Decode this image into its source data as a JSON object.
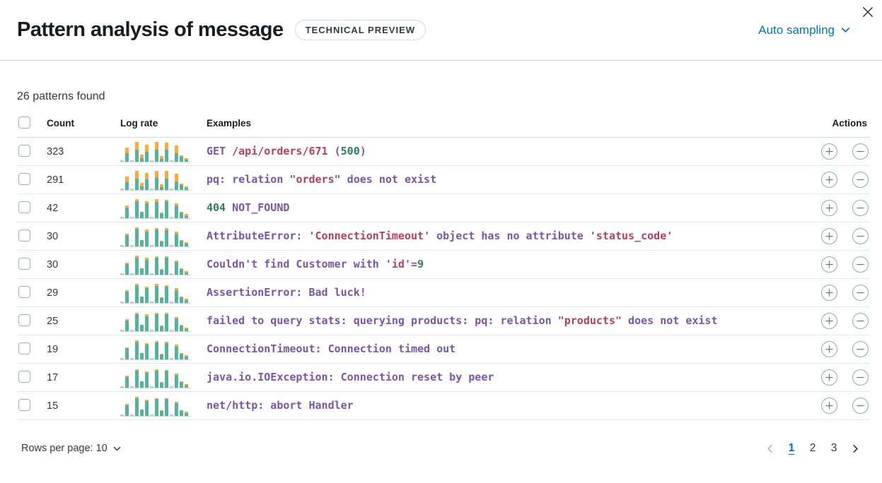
{
  "header": {
    "title": "Pattern analysis of message",
    "badge": "TECHNICAL PREVIEW",
    "sampling_label": "Auto sampling"
  },
  "summary": "26 patterns found",
  "table": {
    "headers": {
      "count": "Count",
      "log_rate": "Log rate",
      "examples": "Examples",
      "actions": "Actions"
    }
  },
  "log_rate_chart": {
    "type": "bar",
    "stacked": true,
    "series": [
      "baseline",
      "change"
    ],
    "note": "per-row sparkline; bars listed as [teal_pct, orange_pct] of chart height"
  },
  "rows": [
    {
      "count": "323",
      "example": [
        {
          "text": "GET ",
          "color": "purple"
        },
        {
          "text": "/api/orders/671",
          "color": "red"
        },
        {
          "text": " (",
          "color": "purple"
        },
        {
          "text": "500",
          "color": "green"
        },
        {
          "text": ")",
          "color": "purple"
        }
      ],
      "bars": [
        [
          4,
          0
        ],
        [
          40,
          26
        ],
        [
          3,
          0
        ],
        [
          56,
          38
        ],
        [
          16,
          18
        ],
        [
          46,
          34
        ],
        [
          4,
          0
        ],
        [
          56,
          38
        ],
        [
          12,
          14
        ],
        [
          56,
          36
        ],
        [
          4,
          0
        ],
        [
          40,
          38
        ],
        [
          24,
          4
        ],
        [
          10,
          6
        ]
      ]
    },
    {
      "count": "291",
      "example": [
        {
          "text": "pq: relation \"",
          "color": "purple"
        },
        {
          "text": "orders",
          "color": "red"
        },
        {
          "text": "\" does not exist",
          "color": "purple"
        }
      ],
      "bars": [
        [
          4,
          0
        ],
        [
          36,
          28
        ],
        [
          3,
          0
        ],
        [
          52,
          40
        ],
        [
          16,
          16
        ],
        [
          50,
          32
        ],
        [
          4,
          0
        ],
        [
          56,
          36
        ],
        [
          12,
          14
        ],
        [
          54,
          36
        ],
        [
          4,
          0
        ],
        [
          38,
          38
        ],
        [
          22,
          6
        ],
        [
          10,
          6
        ]
      ]
    },
    {
      "count": "42",
      "example": [
        {
          "text": "404",
          "color": "green"
        },
        {
          "text": " NOT_FOUND",
          "color": "purple"
        }
      ],
      "bars": [
        [
          4,
          0
        ],
        [
          50,
          10
        ],
        [
          3,
          0
        ],
        [
          82,
          8
        ],
        [
          28,
          2
        ],
        [
          72,
          8
        ],
        [
          4,
          0
        ],
        [
          76,
          14
        ],
        [
          22,
          4
        ],
        [
          80,
          8
        ],
        [
          4,
          0
        ],
        [
          60,
          10
        ],
        [
          26,
          2
        ],
        [
          10,
          8
        ]
      ]
    },
    {
      "count": "30",
      "example": [
        {
          "text": "AttributeError: '",
          "color": "purple"
        },
        {
          "text": "ConnectionTimeout",
          "color": "red"
        },
        {
          "text": "' object has no attribute '",
          "color": "purple"
        },
        {
          "text": "status_code",
          "color": "red"
        },
        {
          "text": "'",
          "color": "purple"
        }
      ],
      "bars": [
        [
          4,
          0
        ],
        [
          52,
          8
        ],
        [
          3,
          0
        ],
        [
          84,
          6
        ],
        [
          28,
          2
        ],
        [
          70,
          10
        ],
        [
          4,
          0
        ],
        [
          80,
          8
        ],
        [
          22,
          4
        ],
        [
          78,
          10
        ],
        [
          4,
          0
        ],
        [
          62,
          8
        ],
        [
          26,
          2
        ],
        [
          12,
          6
        ]
      ]
    },
    {
      "count": "30",
      "example": [
        {
          "text": "Couldn't find Customer with '",
          "color": "purple"
        },
        {
          "text": "id",
          "color": "red"
        },
        {
          "text": "'=",
          "color": "purple"
        },
        {
          "text": "9",
          "color": "green"
        }
      ],
      "bars": [
        [
          4,
          0
        ],
        [
          50,
          8
        ],
        [
          3,
          0
        ],
        [
          82,
          8
        ],
        [
          28,
          2
        ],
        [
          72,
          8
        ],
        [
          4,
          0
        ],
        [
          80,
          8
        ],
        [
          22,
          4
        ],
        [
          80,
          8
        ],
        [
          4,
          0
        ],
        [
          60,
          8
        ],
        [
          26,
          2
        ],
        [
          10,
          6
        ]
      ]
    },
    {
      "count": "29",
      "example": [
        {
          "text": "AssertionError: Bad luck!",
          "color": "purple"
        }
      ],
      "bars": [
        [
          4,
          0
        ],
        [
          52,
          8
        ],
        [
          3,
          0
        ],
        [
          84,
          6
        ],
        [
          28,
          2
        ],
        [
          70,
          8
        ],
        [
          4,
          0
        ],
        [
          80,
          10
        ],
        [
          22,
          4
        ],
        [
          78,
          8
        ],
        [
          4,
          0
        ],
        [
          62,
          8
        ],
        [
          26,
          2
        ],
        [
          12,
          6
        ]
      ]
    },
    {
      "count": "25",
      "example": [
        {
          "text": "failed to query stats: querying products: pq: relation \"",
          "color": "purple"
        },
        {
          "text": "products",
          "color": "red"
        },
        {
          "text": "\" does not exist",
          "color": "purple"
        }
      ],
      "bars": [
        [
          4,
          0
        ],
        [
          50,
          8
        ],
        [
          3,
          0
        ],
        [
          82,
          6
        ],
        [
          28,
          2
        ],
        [
          72,
          8
        ],
        [
          4,
          0
        ],
        [
          80,
          8
        ],
        [
          22,
          4
        ],
        [
          80,
          8
        ],
        [
          4,
          0
        ],
        [
          60,
          8
        ],
        [
          26,
          2
        ],
        [
          10,
          6
        ]
      ]
    },
    {
      "count": "19",
      "example": [
        {
          "text": "ConnectionTimeout: Connection timed out",
          "color": "purple"
        }
      ],
      "bars": [
        [
          4,
          0
        ],
        [
          52,
          6
        ],
        [
          3,
          0
        ],
        [
          84,
          6
        ],
        [
          28,
          2
        ],
        [
          70,
          8
        ],
        [
          4,
          0
        ],
        [
          80,
          8
        ],
        [
          22,
          4
        ],
        [
          78,
          8
        ],
        [
          4,
          0
        ],
        [
          62,
          8
        ],
        [
          26,
          2
        ],
        [
          12,
          6
        ]
      ]
    },
    {
      "count": "17",
      "example": [
        {
          "text": "java.io.IOException: Connection reset by peer",
          "color": "purple"
        }
      ],
      "bars": [
        [
          4,
          0
        ],
        [
          50,
          6
        ],
        [
          3,
          0
        ],
        [
          82,
          6
        ],
        [
          28,
          2
        ],
        [
          72,
          6
        ],
        [
          4,
          0
        ],
        [
          80,
          8
        ],
        [
          22,
          4
        ],
        [
          80,
          6
        ],
        [
          4,
          0
        ],
        [
          60,
          8
        ],
        [
          26,
          2
        ],
        [
          10,
          6
        ]
      ]
    },
    {
      "count": "15",
      "example": [
        {
          "text": "net/http: abort Handler",
          "color": "purple"
        }
      ],
      "bars": [
        [
          4,
          0
        ],
        [
          50,
          6
        ],
        [
          3,
          0
        ],
        [
          84,
          6
        ],
        [
          28,
          0
        ],
        [
          72,
          6
        ],
        [
          4,
          0
        ],
        [
          82,
          4
        ],
        [
          22,
          4
        ],
        [
          80,
          6
        ],
        [
          4,
          0
        ],
        [
          62,
          6
        ],
        [
          26,
          0
        ],
        [
          12,
          6
        ]
      ]
    }
  ],
  "footer": {
    "rows_per_page_label": "Rows per page: 10",
    "pages": [
      "1",
      "2",
      "3"
    ],
    "active_page": "1"
  },
  "colors": {
    "accent": "#0071c2",
    "bar_teal": "#54b399",
    "bar_teal_light": "#a8d7c5",
    "bar_orange": "#fcaa39",
    "token_constant": "#7a55a3",
    "token_variable": "#b33e62",
    "token_number": "#2f7c60"
  }
}
